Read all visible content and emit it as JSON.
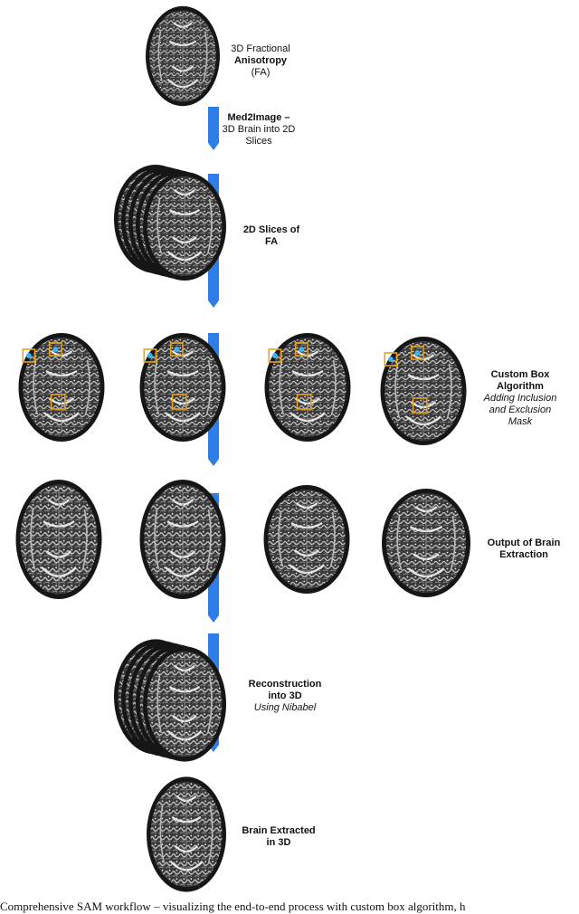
{
  "colors": {
    "arrow": "#2f7de8",
    "box": "#e8a21a",
    "marker": "#39b8ef",
    "scan_dark": "#161616",
    "scan_light": "#d9d9d9"
  },
  "steps": {
    "fa": {
      "title": "3D Fractional",
      "title2": "Anisotropy",
      "sub": "(FA)"
    },
    "med2image": {
      "title": "Med2Image –",
      "line2": "3D Brain into 2D",
      "line3": "Slices"
    },
    "slices": {
      "title": "2D Slices of",
      "title2": "FA"
    },
    "custom_box": {
      "title": "Custom Box",
      "title2": "Algorithm",
      "italic1": "Adding Inclusion",
      "italic2": "and Exclusion",
      "italic3": "Mask"
    },
    "output": {
      "title": "Output of Brain",
      "title2": "Extraction"
    },
    "reconstruction": {
      "title": "Reconstruction",
      "title2": "into 3D",
      "italic": "Using Nibabel"
    },
    "extracted": {
      "title": "Brain Extracted",
      "title2": "in 3D"
    }
  },
  "caption": "Comprehensive SAM workflow – visualizing the end-to-end process with custom box algorithm, h"
}
